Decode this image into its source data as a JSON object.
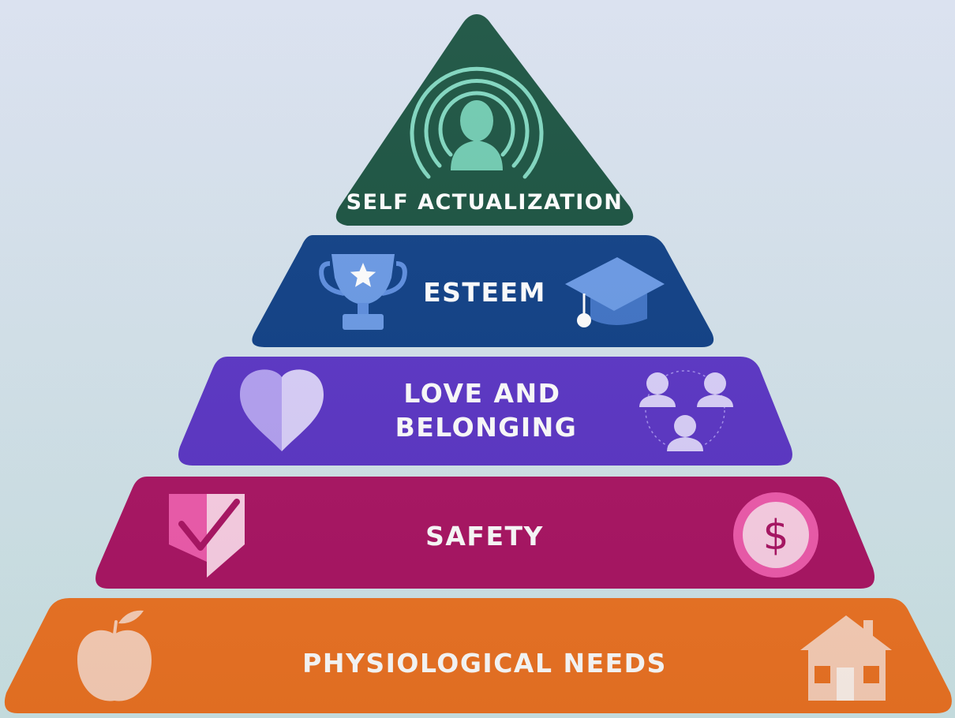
{
  "diagram": {
    "levels": [
      {
        "key": "self_actualization",
        "label": "SELF ACTUALIZATION",
        "color": "#18513f",
        "icons": [
          "person-radiating-icon"
        ]
      },
      {
        "key": "esteem",
        "label": "ESTEEM",
        "color": "#0e3f86",
        "icons": [
          "trophy-icon",
          "graduation-cap-icon"
        ]
      },
      {
        "key": "love",
        "label_lines": [
          "LOVE AND",
          "BELONGING"
        ],
        "color": "#5b35c6",
        "icons": [
          "heart-icon",
          "people-group-icon"
        ]
      },
      {
        "key": "safety",
        "label": "SAFETY",
        "color": "#ab1464",
        "icons": [
          "shield-check-icon",
          "dollar-coin-icon"
        ]
      },
      {
        "key": "physiological",
        "label": "PHYSIOLOGICAL NEEDS",
        "color": "#ee7424",
        "icons": [
          "apple-icon",
          "house-icon"
        ]
      }
    ]
  }
}
